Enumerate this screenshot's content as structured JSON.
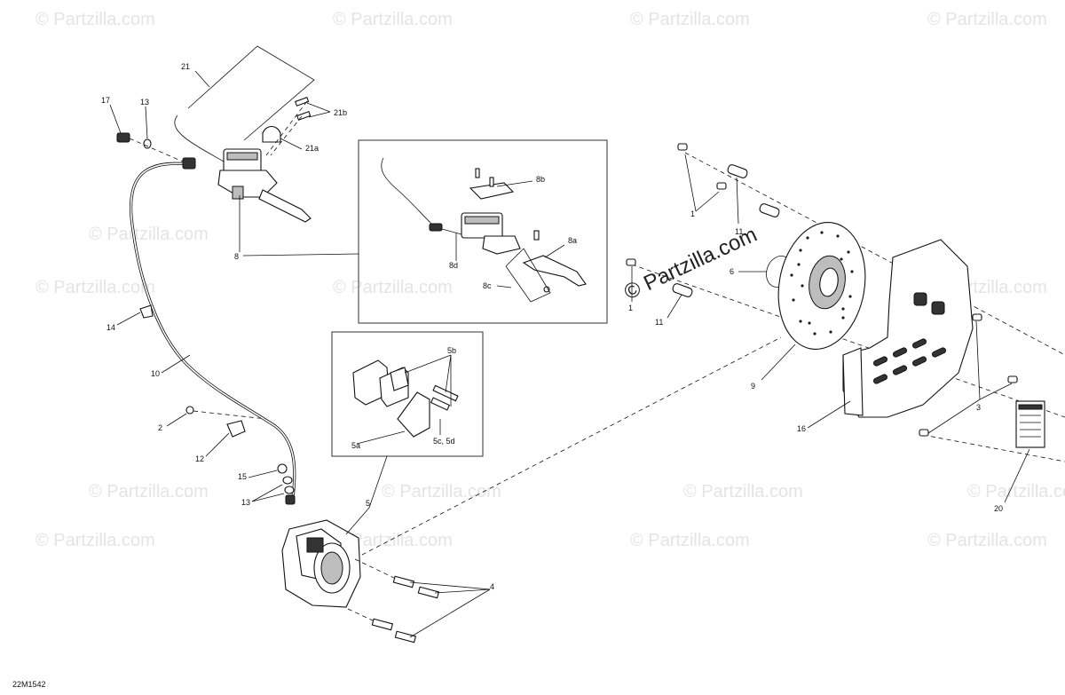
{
  "diagram": {
    "code": "22M1542",
    "watermark": "© Partzilla.com",
    "callouts": {
      "c17": "17",
      "c13a": "13",
      "c21": "21",
      "c21b": "21b",
      "c21a": "21a",
      "c8": "8",
      "c8b": "8b",
      "c8a": "8a",
      "c8d": "8d",
      "c8c": "8c",
      "c14": "14",
      "c10": "10",
      "c2": "2",
      "c12": "12",
      "c15": "15",
      "c13b": "13",
      "c5b": "5b",
      "c5a": "5a",
      "c5cd": "5c, 5d",
      "c5": "5",
      "c4": "4",
      "c1a": "1",
      "c11a": "11",
      "c1b": "1",
      "c11b": "11",
      "c6": "6",
      "c9": "9",
      "c16": "16",
      "c3": "3",
      "c20": "20"
    }
  }
}
